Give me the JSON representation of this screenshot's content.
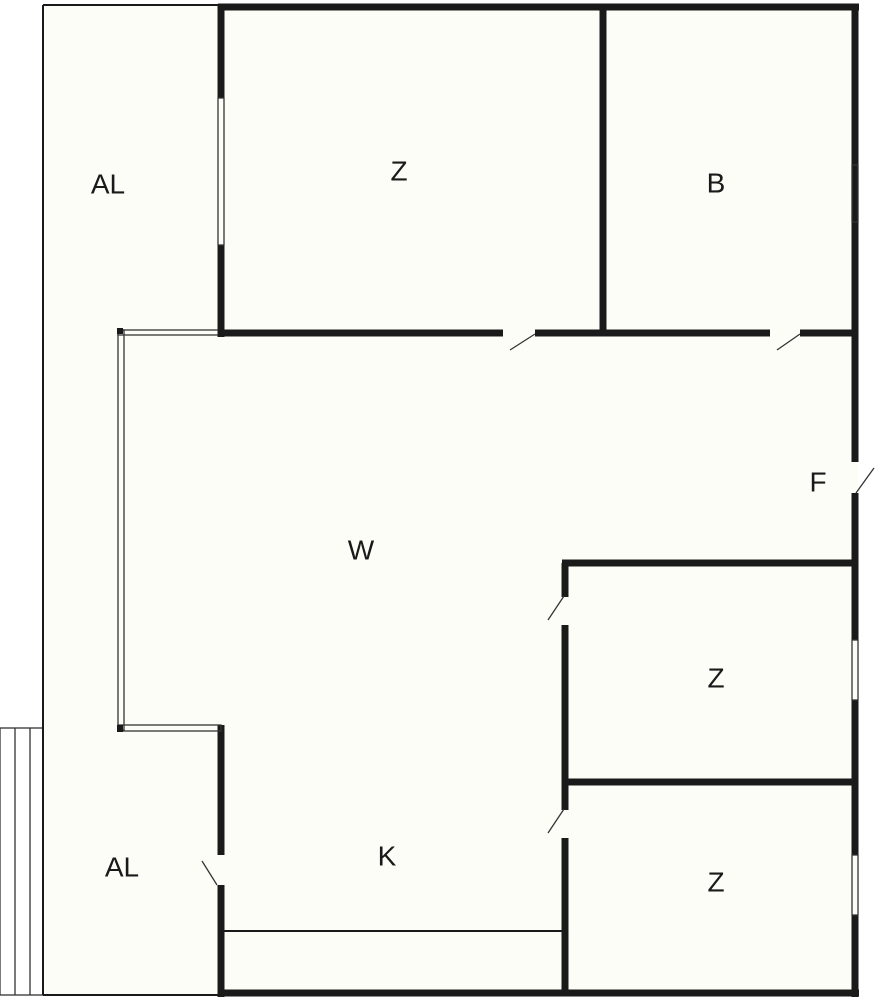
{
  "floorplan": {
    "floor_color": "#fdfdf8",
    "wall_color": "#1a1a1a",
    "rooms": [
      {
        "label": "AL"
      },
      {
        "label": "Z"
      },
      {
        "label": "B"
      },
      {
        "label": "F"
      },
      {
        "label": "W"
      },
      {
        "label": "Z"
      },
      {
        "label": "AL"
      },
      {
        "label": "K"
      },
      {
        "label": "Z"
      }
    ]
  }
}
